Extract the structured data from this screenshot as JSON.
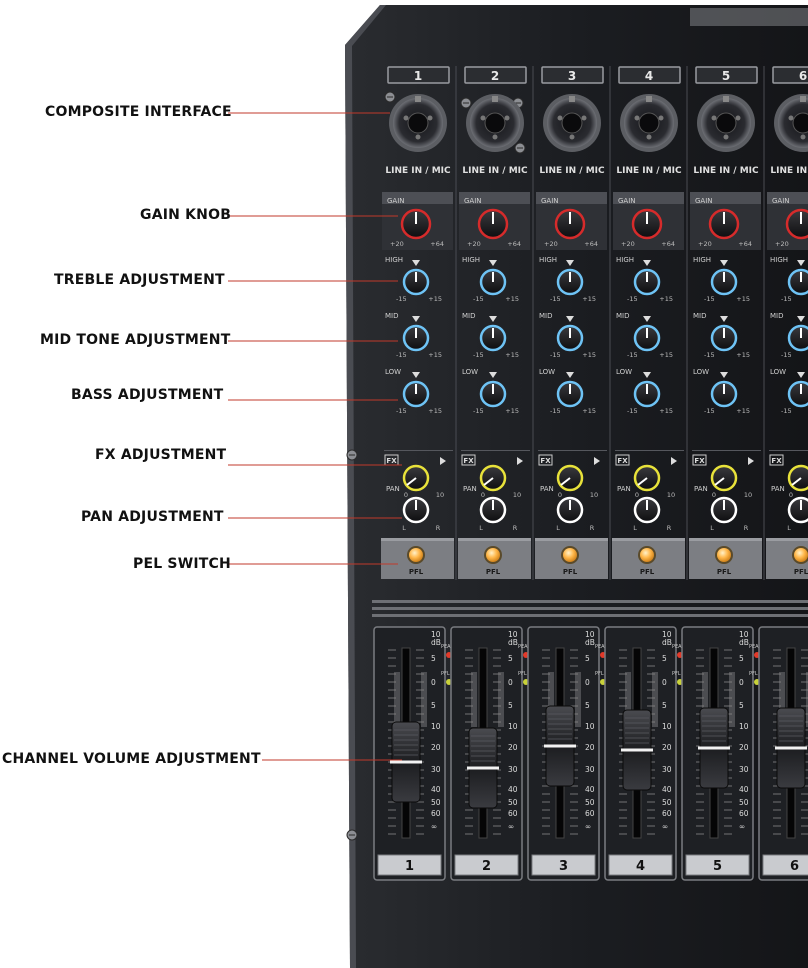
{
  "callouts": [
    {
      "name": "composite-interface",
      "label": "COMPOSITE INTERFACE"
    },
    {
      "name": "gain-knob",
      "label": "GAIN KNOB"
    },
    {
      "name": "treble-adjustment",
      "label": "TREBLE ADJUSTMENT"
    },
    {
      "name": "mid-tone-adjustment",
      "label": "MID TONE ADJUSTMENT"
    },
    {
      "name": "bass-adjustment",
      "label": "BASS ADJUSTMENT"
    },
    {
      "name": "fx-adjustment",
      "label": "FX ADJUSTMENT"
    },
    {
      "name": "pan-adjustment",
      "label": "PAN ADJUSTMENT"
    },
    {
      "name": "pel-switch",
      "label": "PEL SWITCH"
    },
    {
      "name": "channel-volume-adjustment",
      "label": "CHANNEL VOLUME ADJUSTMENT"
    }
  ],
  "channels": [
    "1",
    "2",
    "3",
    "4",
    "5",
    "6"
  ],
  "panel": {
    "input_label": "LINE IN / MIC",
    "gain_label": "GAIN",
    "gain_min": "+20",
    "gain_max": "+64",
    "high_label": "HIGH",
    "mid_label": "MID",
    "low_label": "LOW",
    "eq_min": "-15",
    "eq_max": "+15",
    "fx_label": "FX",
    "fx_min": "0",
    "fx_max": "10",
    "pan_label": "PAN",
    "pan_left": "L",
    "pan_right": "R",
    "pfl_label": "PFL",
    "db_label": "dB",
    "peak_label": "PEAK",
    "fader_scale": [
      "10",
      "5",
      "0",
      "5",
      "10",
      "20",
      "30",
      "40",
      "50",
      "60",
      "∞"
    ]
  },
  "colors": {
    "callout_line": "#c0392b",
    "gain_ring": "#d62b2b",
    "eq_ring": "#6ec3f5",
    "fx_ring": "#e8e23a",
    "pan_ring": "#ffffff",
    "pfl_button": "#ffb74a",
    "peak_led": "#e23a2a",
    "pfl_led": "#c9d23a"
  }
}
